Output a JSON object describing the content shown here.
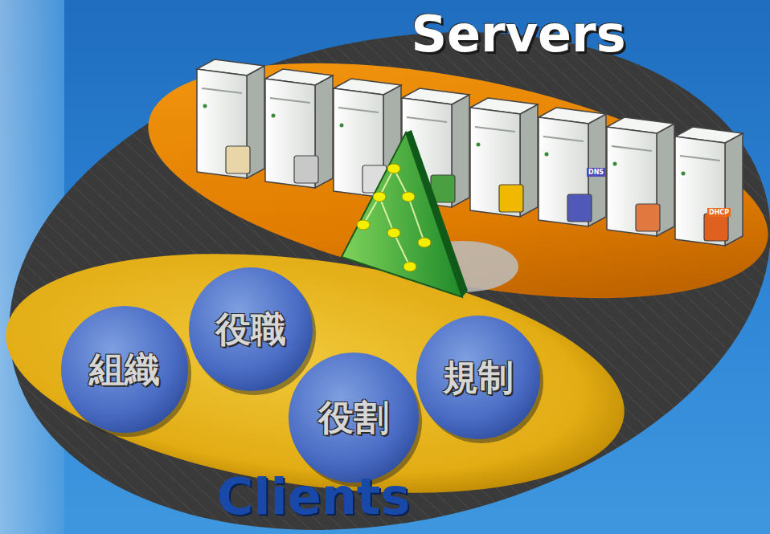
{
  "diagram": {
    "nodes": [
      {
        "text": [
          "Servers"
        ]
      },
      {
        "text": [
          "Clients"
        ]
      },
      {
        "text": [
          "組織"
        ],
        "in": 1
      },
      {
        "text": [
          "役職"
        ],
        "in": 1
      },
      {
        "text": [
          "役割"
        ],
        "in": 1
      },
      {
        "text": [
          "規制"
        ],
        "in": 1
      }
    ],
    "labels": [
      "DNS",
      "DHCP"
    ]
  }
}
